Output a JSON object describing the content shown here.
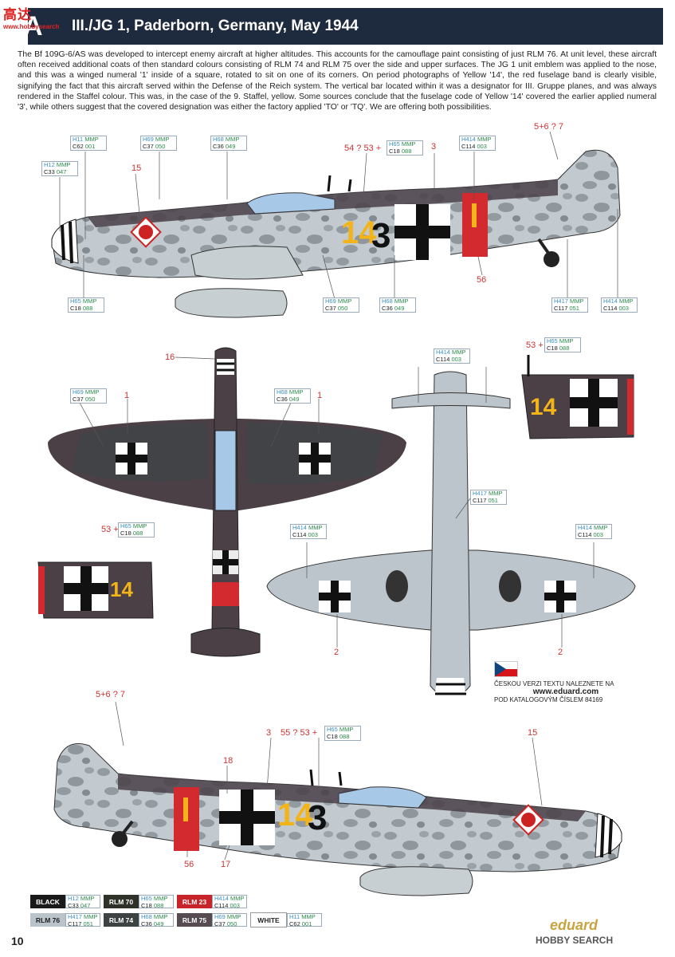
{
  "site_logo": {
    "cn": "高达",
    "url": "www.hobbysearch"
  },
  "header": {
    "letter": "A",
    "title": "III./JG 1, Paderborn, Germany, May 1944"
  },
  "intro": "The Bf 109G-6/AS was developed to intercept enemy aircraft at higher altitudes. This accounts for the camouflage paint consisting of just RLM 76. At unit level, these aircraft often received additional coats of then standard colours consisting of RLM 74 and RLM 75 over the side and upper surfaces. The JG 1 unit emblem was applied to the nose, and this was a winged numeral '1' inside of a square, rotated to sit on one of its corners. On period photographs of Yellow '14', the red fuselage band is clearly visible, signifying the fact that this aircraft served within the Defense of the Reich system. The vertical bar located within it was a designator for III. Gruppe planes, and was always rendered in the Staffel colour. This was, in the case of the 9. Staffel, yellow. Some sources conclude that the fuselage code of Yellow '14' covered the earlier applied numeral '3', while others suggest that the covered designation was either the factory applied 'TO' or 'TQ'. We are offering both possibilities.",
  "markings": {
    "code": "14",
    "code_3": "3"
  },
  "callouts": [
    {
      "id": "c1",
      "h": "H11",
      "c": "C62",
      "m": "MMP",
      "n": "001"
    },
    {
      "id": "c2",
      "h": "H12",
      "c": "C33",
      "m": "MMP",
      "n": "047"
    },
    {
      "id": "c3",
      "h": "H69",
      "c": "C37",
      "m": "MMP",
      "n": "050"
    },
    {
      "id": "c4",
      "h": "H68",
      "c": "C36",
      "m": "MMP",
      "n": "049"
    },
    {
      "id": "c5",
      "h": "H65",
      "c": "C18",
      "m": "MMP",
      "n": "088"
    },
    {
      "id": "c6",
      "h": "H414",
      "c": "C114",
      "m": "MMP",
      "n": "003"
    },
    {
      "id": "c7",
      "h": "H65",
      "c": "C18",
      "m": "MMP",
      "n": "088"
    },
    {
      "id": "c8",
      "h": "H69",
      "c": "C37",
      "m": "MMP",
      "n": "050"
    },
    {
      "id": "c9",
      "h": "H68",
      "c": "C36",
      "m": "MMP",
      "n": "049"
    },
    {
      "id": "c10",
      "h": "H417",
      "c": "C117",
      "m": "MMP",
      "n": "051"
    },
    {
      "id": "c11",
      "h": "H414",
      "c": "C114",
      "m": "MMP",
      "n": "003"
    },
    {
      "id": "c12",
      "h": "H414",
      "c": "C114",
      "m": "MMP",
      "n": "003"
    },
    {
      "id": "c13",
      "h": "H65",
      "c": "C18",
      "m": "MMP",
      "n": "088"
    },
    {
      "id": "c14",
      "h": "H69",
      "c": "C37",
      "m": "MMP",
      "n": "050"
    },
    {
      "id": "c15",
      "h": "H68",
      "c": "C36",
      "m": "MMP",
      "n": "049"
    },
    {
      "id": "c16",
      "h": "H417",
      "c": "C117",
      "m": "MMP",
      "n": "051"
    },
    {
      "id": "c17",
      "h": "H65",
      "c": "C18",
      "m": "MMP",
      "n": "088"
    },
    {
      "id": "c18",
      "h": "H414",
      "c": "C114",
      "m": "MMP",
      "n": "003"
    },
    {
      "id": "c19",
      "h": "H414",
      "c": "C114",
      "m": "MMP",
      "n": "003"
    },
    {
      "id": "c20",
      "h": "H65",
      "c": "C18",
      "m": "MMP",
      "n": "088"
    }
  ],
  "numbers": {
    "n_54_53": "54 ? 53 +",
    "n_3a": "3",
    "n_5_6_7a": "5+6 ? 7",
    "n_15a": "15",
    "n_56a": "56",
    "n_16": "16",
    "n_1a": "1",
    "n_1b": "1",
    "n_53a": "53 +",
    "n_53b": "53 +",
    "n_2a": "2",
    "n_2b": "2",
    "n_5_6_7b": "5+6 ? 7",
    "n_3b": "3",
    "n_55_53": "55 ? 53 +",
    "n_15b": "15",
    "n_18": "18",
    "n_56b": "56",
    "n_17": "17"
  },
  "czech": {
    "line1": "ČESKOU VERZI TEXTU NALEZNETE NA",
    "url": "www.eduard.com",
    "line3": "POD KATALOGOVÝM ČÍSLEM 84169"
  },
  "legend": [
    [
      {
        "name": "BLACK",
        "bg": "#1a1a1a",
        "fg": "#ffffff",
        "h": "H12",
        "c": "C33",
        "m": "MMP",
        "n": "047"
      },
      {
        "name": "RLM 70",
        "bg": "#2e3228",
        "fg": "#ffffff",
        "h": "H65",
        "c": "C18",
        "m": "MMP",
        "n": "088"
      },
      {
        "name": "RLM 23",
        "bg": "#c8252b",
        "fg": "#ffffff",
        "h": "H414",
        "c": "C114",
        "m": "MMP",
        "n": "003"
      }
    ],
    [
      {
        "name": "RLM 76",
        "bg": "#b9c3c9",
        "fg": "#222222",
        "h": "H417",
        "c": "C117",
        "m": "MMP",
        "n": "051"
      },
      {
        "name": "RLM 74",
        "bg": "#3d4242",
        "fg": "#ffffff",
        "h": "H68",
        "c": "C36",
        "m": "MMP",
        "n": "049"
      },
      {
        "name": "RLM 75",
        "bg": "#554b50",
        "fg": "#ffffff",
        "h": "H69",
        "c": "C37",
        "m": "MMP",
        "n": "050"
      },
      {
        "name": "WHITE",
        "bg": "#ffffff",
        "fg": "#222222",
        "h": "H11",
        "c": "C62",
        "m": "MMP",
        "n": "001"
      }
    ]
  ],
  "page_number": "10",
  "brand": "eduard",
  "watermark": "HOBBY SEARCH",
  "colors": {
    "header": "#1e2a3e",
    "rlm76": "#bcc5cb",
    "rlm74": "#3d4242",
    "rlm75": "#5a4d55",
    "red": "#d22a2f",
    "yellow": "#f2b418",
    "callout_line": "#666666"
  }
}
